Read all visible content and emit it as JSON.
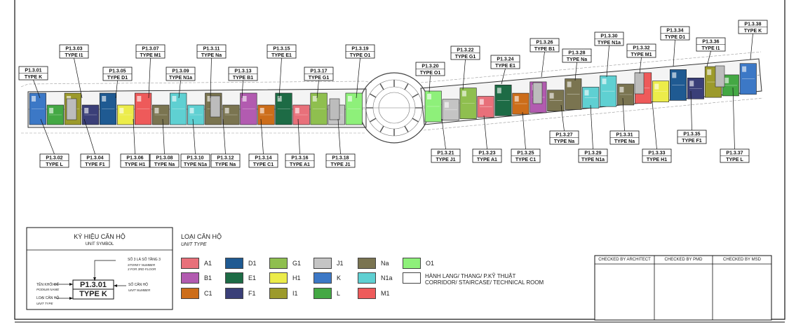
{
  "units_top": [
    {
      "code": "P1.3.01",
      "type": "TYPE K"
    },
    {
      "code": "P1.3.03",
      "type": "TYPE I1"
    },
    {
      "code": "P1.3.05",
      "type": "TYPE D1"
    },
    {
      "code": "P1.3.07",
      "type": "TYPE M1"
    },
    {
      "code": "P1.3.09",
      "type": "TYPE N1a"
    },
    {
      "code": "P1.3.11",
      "type": "TYPE Na"
    },
    {
      "code": "P1.3.13",
      "type": "TYPE B1"
    },
    {
      "code": "P1.3.15",
      "type": "TYPE E1"
    },
    {
      "code": "P1.3.17",
      "type": "TYPE G1"
    },
    {
      "code": "P1.3.19",
      "type": "TYPE O1"
    },
    {
      "code": "P1.3.20",
      "type": "TYPE O1"
    },
    {
      "code": "P1.3.22",
      "type": "TYPE G1"
    },
    {
      "code": "P1.3.24",
      "type": "TYPE E1"
    },
    {
      "code": "P1.3.26",
      "type": "TYPE B1"
    },
    {
      "code": "P1.3.28",
      "type": "TYPE Na"
    },
    {
      "code": "P1.3.30",
      "type": "TYPE N1a"
    },
    {
      "code": "P1.3.32",
      "type": "TYPE M1"
    },
    {
      "code": "P1.3.34",
      "type": "TYPE D1"
    },
    {
      "code": "P1.3.36",
      "type": "TYPE I1"
    },
    {
      "code": "P1.3.38",
      "type": "TYPE K"
    }
  ],
  "units_bottom": [
    {
      "code": "P1.3.02",
      "type": "TYPE L"
    },
    {
      "code": "P1.3.04",
      "type": "TYPE F1"
    },
    {
      "code": "P1.3.06",
      "type": "TYPE H1"
    },
    {
      "code": "P1.3.08",
      "type": "TYPE Na"
    },
    {
      "code": "P1.3.10",
      "type": "TYPE N1a"
    },
    {
      "code": "P1.3.12",
      "type": "TYPE Na"
    },
    {
      "code": "P1.3.14",
      "type": "TYPE C1"
    },
    {
      "code": "P1.3.16",
      "type": "TYPE A1"
    },
    {
      "code": "P1.3.18",
      "type": "TYPE J1"
    },
    {
      "code": "P1.3.21",
      "type": "TYPE J1"
    },
    {
      "code": "P1.3.23",
      "type": "TYPE A1"
    },
    {
      "code": "P1.3.25",
      "type": "TYPE C1"
    },
    {
      "code": "P1.3.27",
      "type": "TYPE Na"
    },
    {
      "code": "P1.3.29",
      "type": "TYPE N1a"
    },
    {
      "code": "P1.3.31",
      "type": "TYPE Na"
    },
    {
      "code": "P1.3.33",
      "type": "TYPE H1"
    },
    {
      "code": "P1.3.35",
      "type": "TYPE F1"
    },
    {
      "code": "P1.3.37",
      "type": "TYPE L"
    }
  ],
  "unit_symbol": {
    "title": "KÝ HIỆU CĂN HỘ",
    "subtitle": "UNIT SYMBOL",
    "code": "P1.3.01",
    "type": "TYPE K",
    "note_storey_vi": "SỐ 3 LÀ SỐ TẦNG 3",
    "note_storey_en1": "STOREY NUMBER",
    "note_storey_en2": "3 FOR 3RD FLOOR",
    "podium_vi": "TÊN KHỐI ĐẾ",
    "podium_en": "PODIUM NAME",
    "unit_number_vi": "SỐ CĂN HỘ",
    "unit_number_en": "UNIT NUMBER",
    "unit_type_vi": "LOẠI CĂN HỘ",
    "unit_type_en": "UNIT TYPE"
  },
  "unit_type_legend": {
    "title": "LOẠI CĂN HỘ",
    "subtitle": "UNIT TYPE",
    "items": [
      {
        "label": "A1",
        "color": "#e8707a"
      },
      {
        "label": "B1",
        "color": "#b25bb0"
      },
      {
        "label": "C1",
        "color": "#cc6d1a"
      },
      {
        "label": "D1",
        "color": "#1f5a92"
      },
      {
        "label": "E1",
        "color": "#1d6b45"
      },
      {
        "label": "F1",
        "color": "#3a3f78"
      },
      {
        "label": "G1",
        "color": "#8fbf4f"
      },
      {
        "label": "H1",
        "color": "#ecec4a"
      },
      {
        "label": "I1",
        "color": "#9c9a2c"
      },
      {
        "label": "J1",
        "color": "#c4c4c4"
      },
      {
        "label": "K",
        "color": "#3c78c6"
      },
      {
        "label": "L",
        "color": "#44a844"
      },
      {
        "label": "Na",
        "color": "#7a7450"
      },
      {
        "label": "N1a",
        "color": "#5fd0d2"
      },
      {
        "label": "M1",
        "color": "#ee5a5a"
      },
      {
        "label": "O1",
        "color": "#8ef07a"
      }
    ],
    "corridor_color": "#ffffff",
    "corridor_label_vi": "HÀNH LANG/ THANG/ P.KỸ THUẬT",
    "corridor_label_en": "CORRIDOR/ STAIRCASE/ TECHNICAL ROOM"
  },
  "title_block": {
    "architect": "CHECKED BY ARCHITECT",
    "pmd": "CHECKED BY PMD",
    "msd": "CHECKED BY MSD"
  },
  "colors": {
    "frame": "#111111",
    "wall": "#333333"
  }
}
